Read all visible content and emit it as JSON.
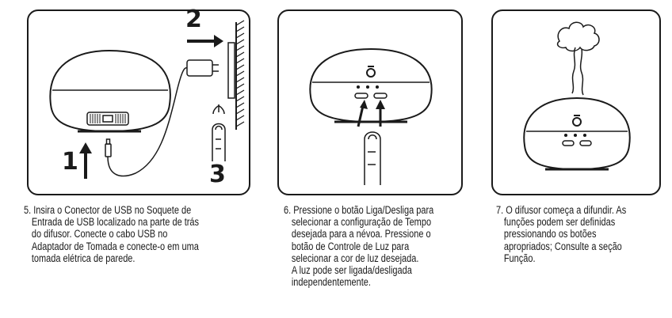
{
  "steps": [
    {
      "number_label": "5.",
      "caption_lines": [
        "5. Insira o Conector de USB no Soquete de",
        "Entrada de USB localizado na parte de trás",
        "do difusor. Conecte o cabo USB no",
        "Adaptador de Tomada e conecte-o em uma",
        "tomada elétrica de parede."
      ],
      "callouts": [
        "1",
        "2",
        "3"
      ]
    },
    {
      "number_label": "6.",
      "caption_lines": [
        "6. Pressione o botão Liga/Desliga para",
        "selecionar a configuração de Tempo",
        "desejada para a névoa. Pressione o",
        "botão de Controle de Luz para",
        "selecionar a cor de luz desejada.",
        "A luz pode ser ligada/desligada",
        "independentemente."
      ]
    },
    {
      "number_label": "7.",
      "caption_lines": [
        "7. O difusor começa a difundir. As",
        "funções podem ser definidas",
        "pressionando os botões",
        "apropriados; Consulte a seção",
        "Função."
      ]
    }
  ],
  "colors": {
    "ink": "#1a1a1a",
    "background": "#ffffff"
  },
  "icons": [
    "diffuser-icon",
    "usb-plug-icon",
    "power-adapter-icon",
    "wall-outlet-icon",
    "finger-press-icon",
    "arrow-up-icon",
    "arrow-right-icon",
    "mist-icon"
  ]
}
